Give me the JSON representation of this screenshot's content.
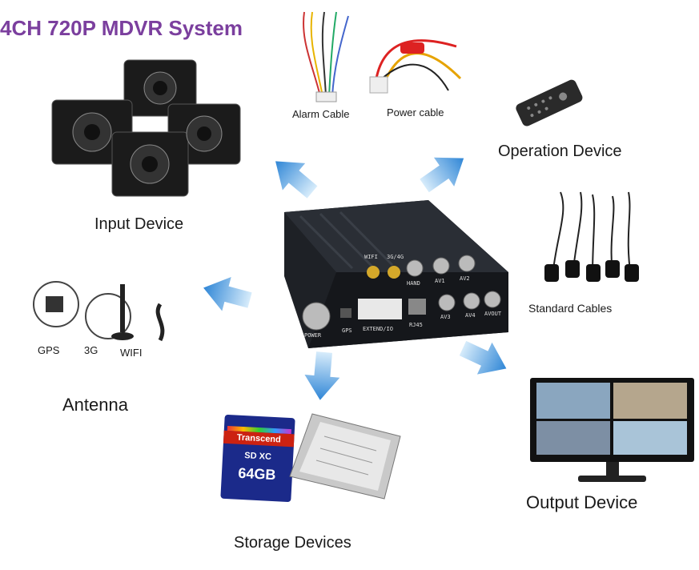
{
  "title": "4CH 720P MDVR System",
  "labels": {
    "input_device": "Input Device",
    "alarm_cable": "Alarm Cable",
    "power_cable": "Power cable",
    "operation_device": "Operation Device",
    "standard_cables": "Standard Cables",
    "output_device": "Output Device",
    "storage_devices": "Storage Devices",
    "antenna": "Antenna"
  },
  "antenna_items": [
    "GPS",
    "3G",
    "WIFI"
  ],
  "mdvr_ports": {
    "wifi": "WIFI",
    "g34": "3G/4G",
    "hand": "HAND",
    "av1": "AV1",
    "av2": "AV2",
    "power": "POWER",
    "gps": "GPS",
    "extend": "EXTEND/IO",
    "rj45": "RJ45",
    "av3": "AV3",
    "av4": "AV4",
    "avout": "AVOUT"
  },
  "sd_card": {
    "brand": "Transcend",
    "type": "SD XC",
    "capacity": "64GB"
  },
  "colors": {
    "title": "#7b3f9e",
    "arrow": "#2f86d6",
    "device": "#1c1f24"
  }
}
